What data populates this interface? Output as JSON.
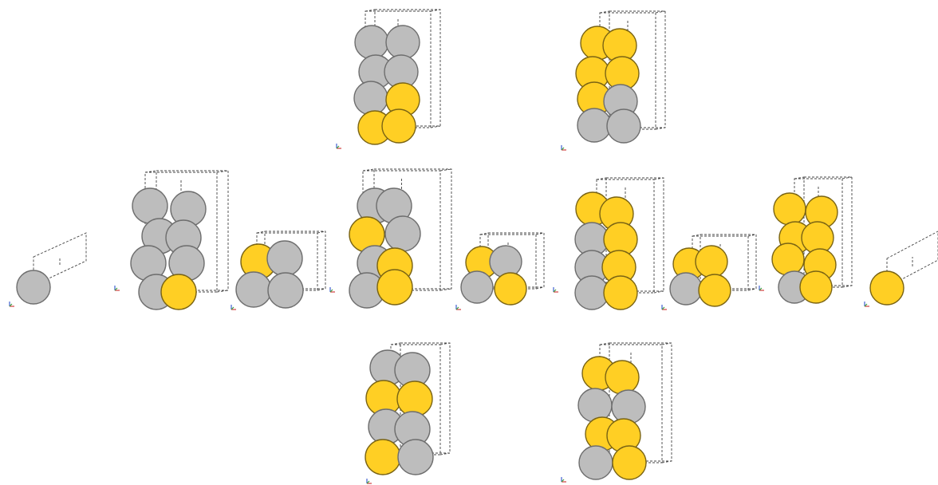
{
  "colors": {
    "gray_atom": "#bdbdbd",
    "gray_stroke": "#6e6e6e",
    "yellow_atom": "#ffcf24",
    "yellow_stroke": "#7a6414",
    "cell_edge": "#444444"
  },
  "icons": {
    "axis_triad": "axis-triad-icon"
  },
  "structures": [
    {
      "id": "top-left-stack",
      "species": [
        "gray",
        "gray",
        "gray",
        "gray",
        "gray",
        "yellow",
        "yellow",
        "yellow"
      ]
    },
    {
      "id": "top-right-stack",
      "species": [
        "yellow",
        "yellow",
        "yellow",
        "yellow",
        "yellow",
        "gray",
        "gray",
        "gray"
      ]
    },
    {
      "id": "middle-single-gray",
      "species": [
        "gray"
      ]
    },
    {
      "id": "middle-tall-gray",
      "species": [
        "gray",
        "gray",
        "gray",
        "gray",
        "gray",
        "gray",
        "gray",
        "yellow"
      ]
    },
    {
      "id": "middle-small-gray",
      "species": [
        "yellow",
        "gray",
        "gray",
        "gray"
      ]
    },
    {
      "id": "middle-center-mixed",
      "species": [
        "gray",
        "gray",
        "yellow",
        "gray",
        "gray",
        "yellow",
        "gray",
        "yellow"
      ]
    },
    {
      "id": "middle-small-mixed",
      "species": [
        "yellow",
        "gray",
        "gray",
        "yellow"
      ]
    },
    {
      "id": "middle-stack-mixed",
      "species": [
        "yellow",
        "yellow",
        "gray",
        "yellow",
        "gray",
        "yellow",
        "gray",
        "yellow"
      ]
    },
    {
      "id": "middle-small-yellow",
      "species": [
        "yellow",
        "yellow",
        "gray",
        "yellow"
      ]
    },
    {
      "id": "middle-stack-yellow",
      "species": [
        "yellow",
        "yellow",
        "yellow",
        "yellow",
        "yellow",
        "yellow",
        "gray",
        "yellow"
      ]
    },
    {
      "id": "middle-single-yellow",
      "species": [
        "yellow"
      ]
    },
    {
      "id": "bottom-left-stack",
      "species": [
        "gray",
        "gray",
        "yellow",
        "yellow",
        "gray",
        "gray",
        "yellow",
        "gray"
      ]
    },
    {
      "id": "bottom-right-stack",
      "species": [
        "yellow",
        "yellow",
        "gray",
        "gray",
        "yellow",
        "yellow",
        "gray",
        "yellow"
      ]
    }
  ]
}
